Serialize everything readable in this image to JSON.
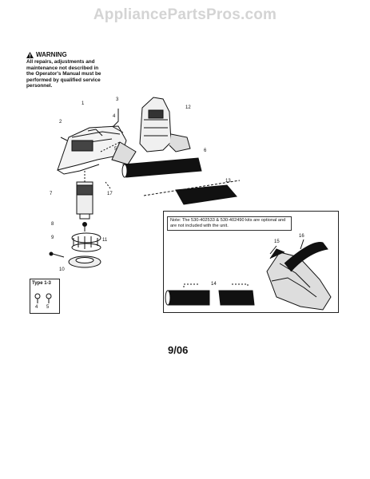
{
  "watermark": "AppliancePartsPros.com",
  "warning": {
    "title": "WARNING",
    "body": "All repairs, adjustments and maintenance not described in the Operator's Manual must be performed by qualified service personnel."
  },
  "note": {
    "text": "Note: The 530-402533 & 530-402490 kits are optional and are not included with the unit."
  },
  "type_box": {
    "label": "Type 1-3"
  },
  "callouts": {
    "c1": "1",
    "c2": "2",
    "c3": "3",
    "c4": "4",
    "c5": "5",
    "c5b": "5",
    "c6": "6",
    "c7": "7",
    "c8": "8",
    "c9": "9",
    "c10": "10",
    "c11": "11",
    "c12": "12",
    "c13": "13",
    "c14": "14",
    "c15": "15",
    "c16": "16",
    "c17": "17"
  },
  "date": "9/06",
  "colors": {
    "line": "#111111",
    "watermark": "#d4d4d4"
  }
}
